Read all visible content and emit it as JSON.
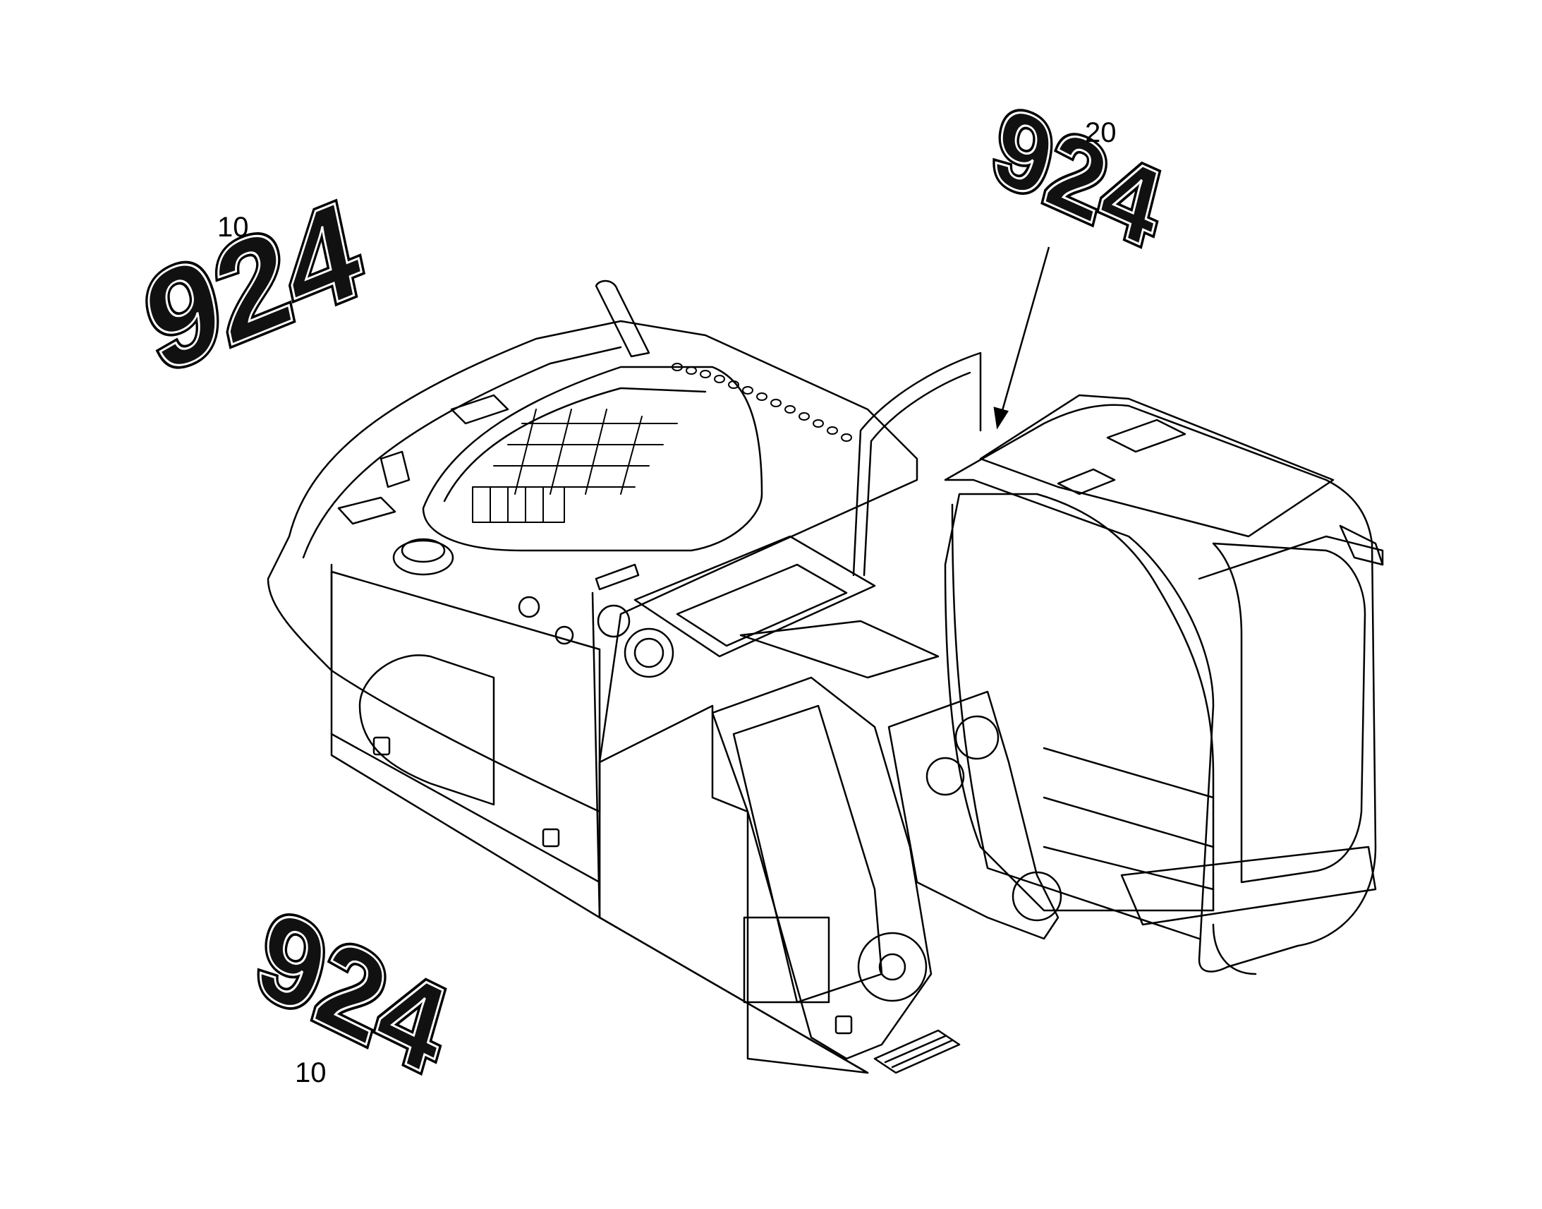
{
  "callouts": {
    "top_left": "10",
    "top_right": "20",
    "bottom_left": "10"
  },
  "decals": {
    "top_left": "924",
    "top_right": "924",
    "bottom_left": "924"
  },
  "colors": {
    "line": "#000000",
    "decal_fill": "#111111",
    "background": "#ffffff"
  }
}
